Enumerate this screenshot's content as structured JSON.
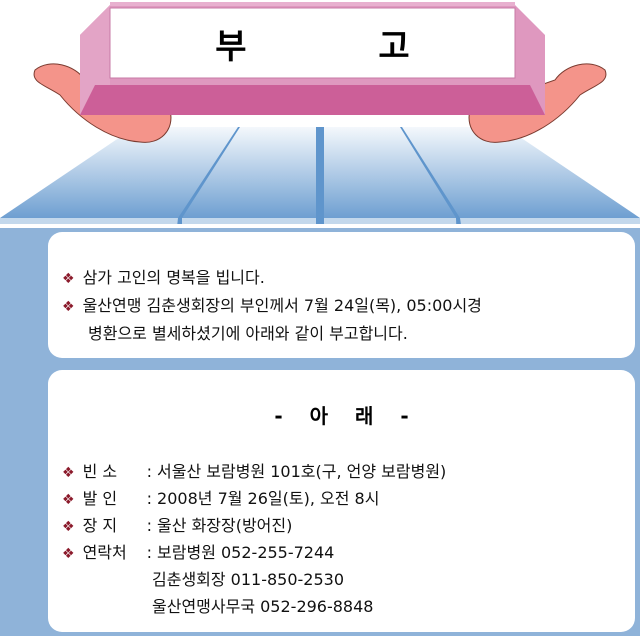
{
  "title": "부 고",
  "notice": {
    "line1": "삼가 고인의 명복을 빕니다.",
    "line2": "울산연맹 김춘생회장의 부인께서 7월 24일(목), 05:00시경",
    "line3": "병환으로 별세하셨기에 아래와 같이 부고합니다."
  },
  "details": {
    "heading": "- 아     래 -",
    "items": [
      {
        "label": "빈   소",
        "value": ": 서울산 보람병원 101호(구, 언양 보람병원)"
      },
      {
        "label": "발   인",
        "value": ": 2008년 7월 26일(토), 오전 8시"
      },
      {
        "label": "장   지",
        "value": ": 울산 화장장(방어진)"
      },
      {
        "label": "연락처",
        "value": ": 보람병원 052-255-7244"
      }
    ],
    "contact2": "김춘생회장 011-850-2530",
    "contact3": "울산연맹사무국 052-296-8848"
  },
  "colors": {
    "pink": "#d9629a",
    "blue": "#8fb3d9",
    "bullet": "#8b1a2b"
  }
}
